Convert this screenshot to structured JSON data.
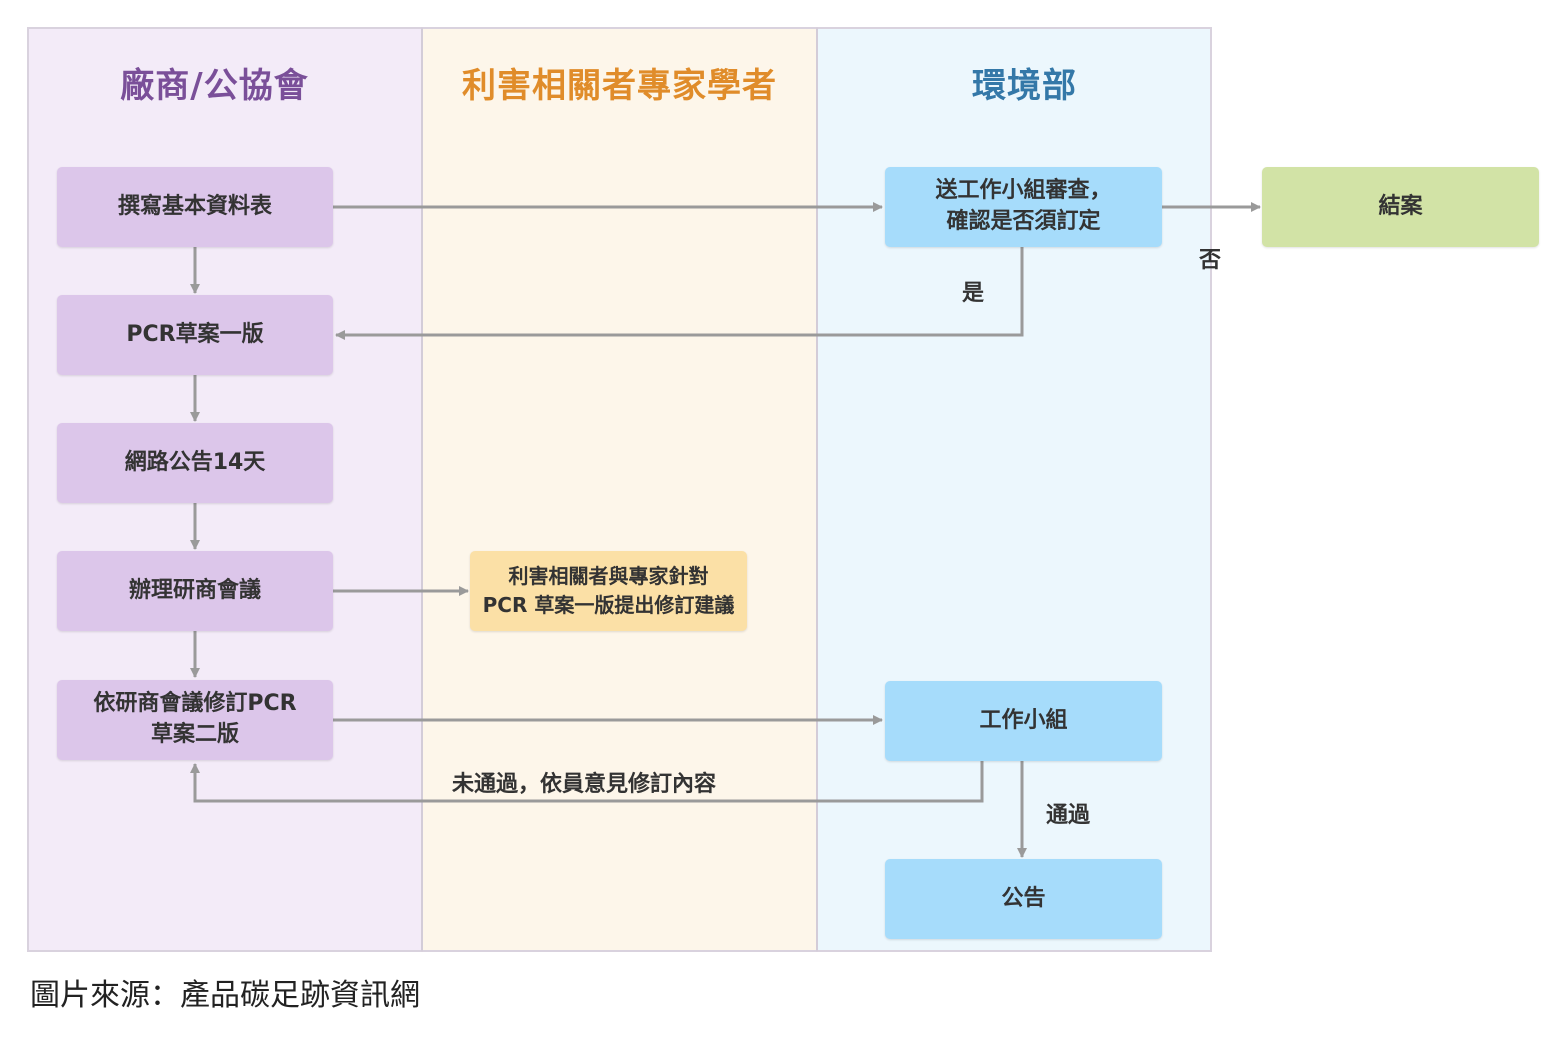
{
  "lanes": {
    "vendor": "廠商/公協會",
    "stakeholder": "利害相關者專家學者",
    "environment": "環境部"
  },
  "nodes": {
    "basic_form": "撰寫基本資料表",
    "pcr_draft_1": "PCR草案一版",
    "web_notice": "網路公告14天",
    "meeting": "辦理研商會議",
    "revise_line1": "依研商會議修訂PCR",
    "revise_line2": "草案二版",
    "stake_line1": "利害相關者與專家針對",
    "stake_line2": "PCR 草案一版提出修訂建議",
    "review_line1": "送工作小組審查，",
    "review_line2": "確認是否須訂定",
    "close_case": "結案",
    "working_group": "工作小組",
    "announce": "公告"
  },
  "edge_labels": {
    "no": "否",
    "yes": "是",
    "failed": "未通過，依員意見修訂內容",
    "passed": "通過"
  },
  "caption": "圖片來源：產品碳足跡資訊網",
  "colors": {
    "vendor_lane": "#f3ebf8",
    "stake_lane": "#fdf6ea",
    "env_lane": "#ecf7fd",
    "vendor_title": "#7a4f99",
    "stake_title": "#e08c2a",
    "env_title": "#3478a8",
    "purple_box": "#dcc6ea",
    "blue_box": "#a6dcfb",
    "green_box": "#d2e3a6",
    "yellow_box": "#fbe0a6",
    "connector": "#9a9a9a"
  }
}
